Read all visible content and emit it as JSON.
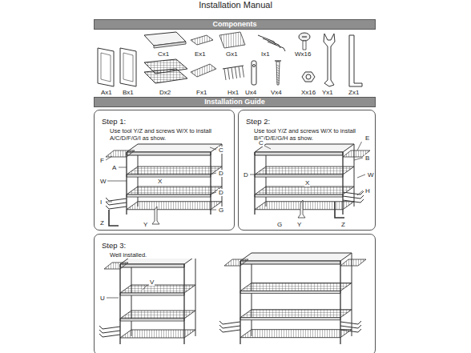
{
  "diagram": {
    "title": "Installation Manual",
    "nodes": [
      {
        "text": [
          "Components"
        ]
      },
      {
        "text": [
          "Installation Guide"
        ]
      },
      {
        "text": [
          "Step 1:",
          "Use tool Y/Z and screws W/X to install A/C/D/F/G/I as show."
        ]
      },
      {
        "text": [
          "Step 2:",
          "Use tool Y/Z and screws W/X to install B/C/D/E/G/H as show."
        ]
      },
      {
        "text": [
          "Step 3:",
          "Well installed."
        ]
      }
    ],
    "labels": [
      "Ax1",
      "Bx1",
      "Cx1",
      "Dx2",
      "Ex1",
      "Fx1",
      "Gx1",
      "Hx1",
      "Ix1",
      "Ux4",
      "Vx4",
      "Wx16",
      "Xx16",
      "Yx1",
      "Zx1",
      "C",
      "F",
      "A",
      "D",
      "W",
      "X",
      "D",
      "I",
      "G",
      "Z",
      "Y",
      "C",
      "E",
      "B",
      "D",
      "W",
      "X",
      "H",
      "G",
      "Y",
      "Z",
      "V",
      "U"
    ]
  }
}
